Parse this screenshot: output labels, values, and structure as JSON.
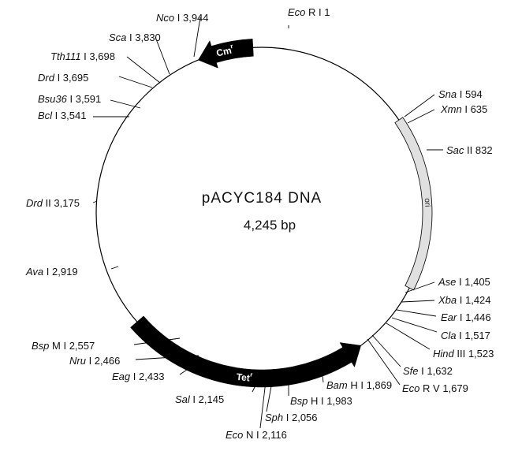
{
  "plasmid": {
    "name": "pACYC184 DNA",
    "size_label": "4,245 bp",
    "total_bp": 4245
  },
  "features": [
    {
      "name": "Cm",
      "superscript": "r",
      "start": 3980,
      "end": 4210,
      "direction": "ccw",
      "color": "#000000"
    },
    {
      "name": "Tet",
      "superscript": "r",
      "start": 1690,
      "end": 2700,
      "direction": "ccw",
      "color": "#000000"
    },
    {
      "name": "ori",
      "superscript": "",
      "start": 660,
      "end": 1380,
      "direction": "none",
      "color": "#e0e0e0"
    }
  ],
  "sites": [
    {
      "enzyme": "Eco",
      "suffix": "R I",
      "position": "1",
      "bp": 1
    },
    {
      "enzyme": "Sna",
      "suffix": "I",
      "position": "594",
      "bp": 594
    },
    {
      "enzyme": "Xmn",
      "suffix": "I",
      "position": "635",
      "bp": 635
    },
    {
      "enzyme": "Sac",
      "suffix": "II",
      "position": "832",
      "bp": 832
    },
    {
      "enzyme": "Ase",
      "suffix": "I",
      "position": "1,405",
      "bp": 1405
    },
    {
      "enzyme": "Xba",
      "suffix": "I",
      "position": "1,424",
      "bp": 1424
    },
    {
      "enzyme": "Ear",
      "suffix": "I",
      "position": "1,446",
      "bp": 1446
    },
    {
      "enzyme": "Cla",
      "suffix": "I",
      "position": "1,517",
      "bp": 1517
    },
    {
      "enzyme": "Hind",
      "suffix": "III",
      "position": "1,523",
      "bp": 1523
    },
    {
      "enzyme": "Sfe",
      "suffix": "I",
      "position": "1,632",
      "bp": 1632
    },
    {
      "enzyme": "Eco",
      "suffix": "R V",
      "position": "1,679",
      "bp": 1679
    },
    {
      "enzyme": "Bam",
      "suffix": "H I",
      "position": "1,869",
      "bp": 1869
    },
    {
      "enzyme": "Bsp",
      "suffix": "H I",
      "position": "1,983",
      "bp": 1983
    },
    {
      "enzyme": "Sph",
      "suffix": "I",
      "position": "2,056",
      "bp": 2056
    },
    {
      "enzyme": "Eco",
      "suffix": "N I",
      "position": "2,116",
      "bp": 2116
    },
    {
      "enzyme": "Sal",
      "suffix": "I",
      "position": "2,145",
      "bp": 2145
    },
    {
      "enzyme": "Eag",
      "suffix": "I",
      "position": "2,433",
      "bp": 2433
    },
    {
      "enzyme": "Nru",
      "suffix": "I",
      "position": "2,466",
      "bp": 2466
    },
    {
      "enzyme": "Bsp",
      "suffix": "M I",
      "position": "2,557",
      "bp": 2557
    },
    {
      "enzyme": "Ava",
      "suffix": "I",
      "position": "2,919",
      "bp": 2919
    },
    {
      "enzyme": "Drd",
      "suffix": "II",
      "position": "3,175",
      "bp": 3175
    },
    {
      "enzyme": "Bcl",
      "suffix": "I",
      "position": "3,541",
      "bp": 3541
    },
    {
      "enzyme": "Bsu36",
      "suffix": "I",
      "position": "3,591",
      "bp": 3591
    },
    {
      "enzyme": "Drd",
      "suffix": "I",
      "position": "3,695",
      "bp": 3695
    },
    {
      "enzyme": "Tth111",
      "suffix": "I",
      "position": "3,698",
      "bp": 3698
    },
    {
      "enzyme": "Sca",
      "suffix": "I",
      "position": "3,830",
      "bp": 3830
    },
    {
      "enzyme": "Nco",
      "suffix": "I",
      "position": "3,944",
      "bp": 3944
    }
  ]
}
